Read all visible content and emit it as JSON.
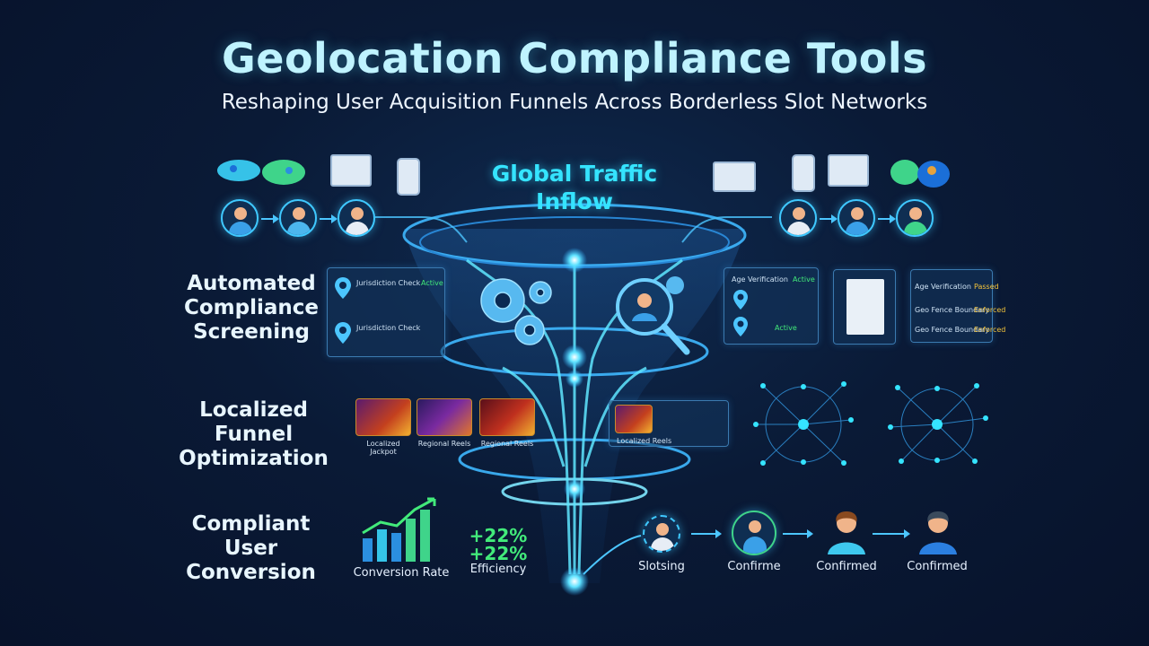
{
  "header": {
    "title": "Geolocation Compliance Tools",
    "subtitle": "Reshaping User Acquisition Funnels Across Borderless Slot Networks"
  },
  "funnel": {
    "top_label_line1": "Global Traffic",
    "top_label_line2": "Inflow"
  },
  "stages": {
    "screening": {
      "line1": "Automated",
      "line2": "Compliance",
      "line3": "Screening",
      "left_panel_rows": [
        "Jurisdiction Check",
        "Jurisdiction Check"
      ],
      "left_panel_tag": "Active",
      "right_panel_row": "Age Verification",
      "right_panel_tag": "Active",
      "right_panel_tag2": "Active",
      "status_rows": [
        {
          "label": "Age Verification",
          "status": "Passed"
        },
        {
          "label": "Geo Fence Boundary",
          "status": "Enforced"
        },
        {
          "label": "Geo Fence Boundary",
          "status": "Enforced"
        }
      ]
    },
    "localization": {
      "line1": "Localized Funnel",
      "line2": "Optimization",
      "thumb_captions": [
        "Localized Jackpot",
        "Regional Reels",
        "Regional Reels",
        "Localized Reels"
      ]
    },
    "conversion": {
      "line1": "Compliant User",
      "line2": "Conversion",
      "chart_label": "Conversion Rate",
      "uplift_1": "+22%",
      "uplift_2": "+22%",
      "efficiency_label": "Efficiency",
      "steps": [
        "Slotsing",
        "Confirme",
        "Confirmed",
        "Confirmed"
      ]
    }
  },
  "colors": {
    "accent": "#35e4ff",
    "glow": "#3fc8ff",
    "positive": "#42ea7a",
    "background": "#0a1a36"
  }
}
